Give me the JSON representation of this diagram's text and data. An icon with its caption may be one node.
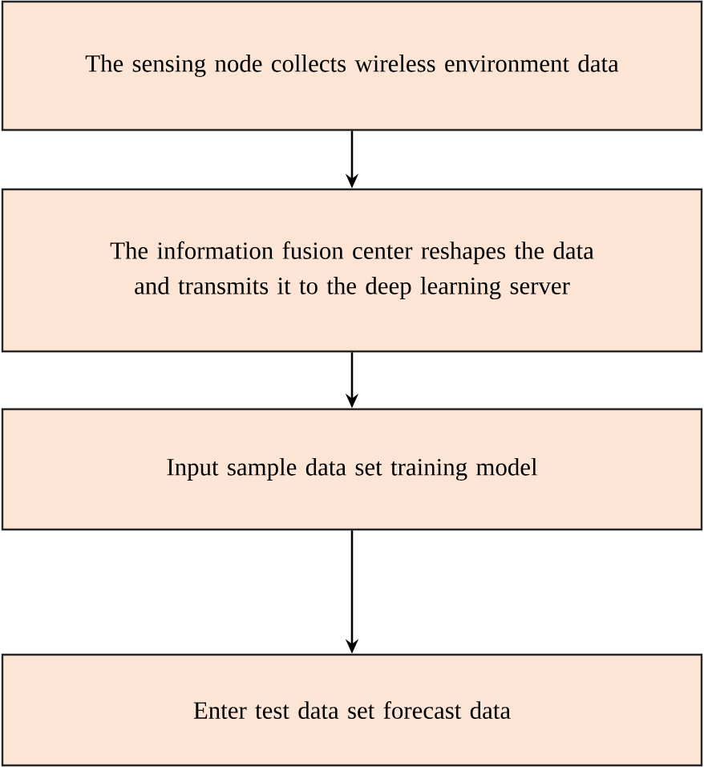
{
  "diagram": {
    "nodes": [
      {
        "text": [
          "The sensing node collects wireless environment data"
        ]
      },
      {
        "text": [
          "The information fusion center reshapes the data and transmits it to the deep learning server"
        ]
      },
      {
        "text": [
          "Input sample data set training model"
        ]
      },
      {
        "text": [
          "Enter test data set forecast data"
        ]
      }
    ],
    "edges": [
      {
        "from": 0,
        "to": 1,
        "arrow": "to"
      },
      {
        "from": 1,
        "to": 2,
        "arrow": "to"
      },
      {
        "from": 2,
        "to": 3,
        "arrow": "to"
      }
    ]
  }
}
